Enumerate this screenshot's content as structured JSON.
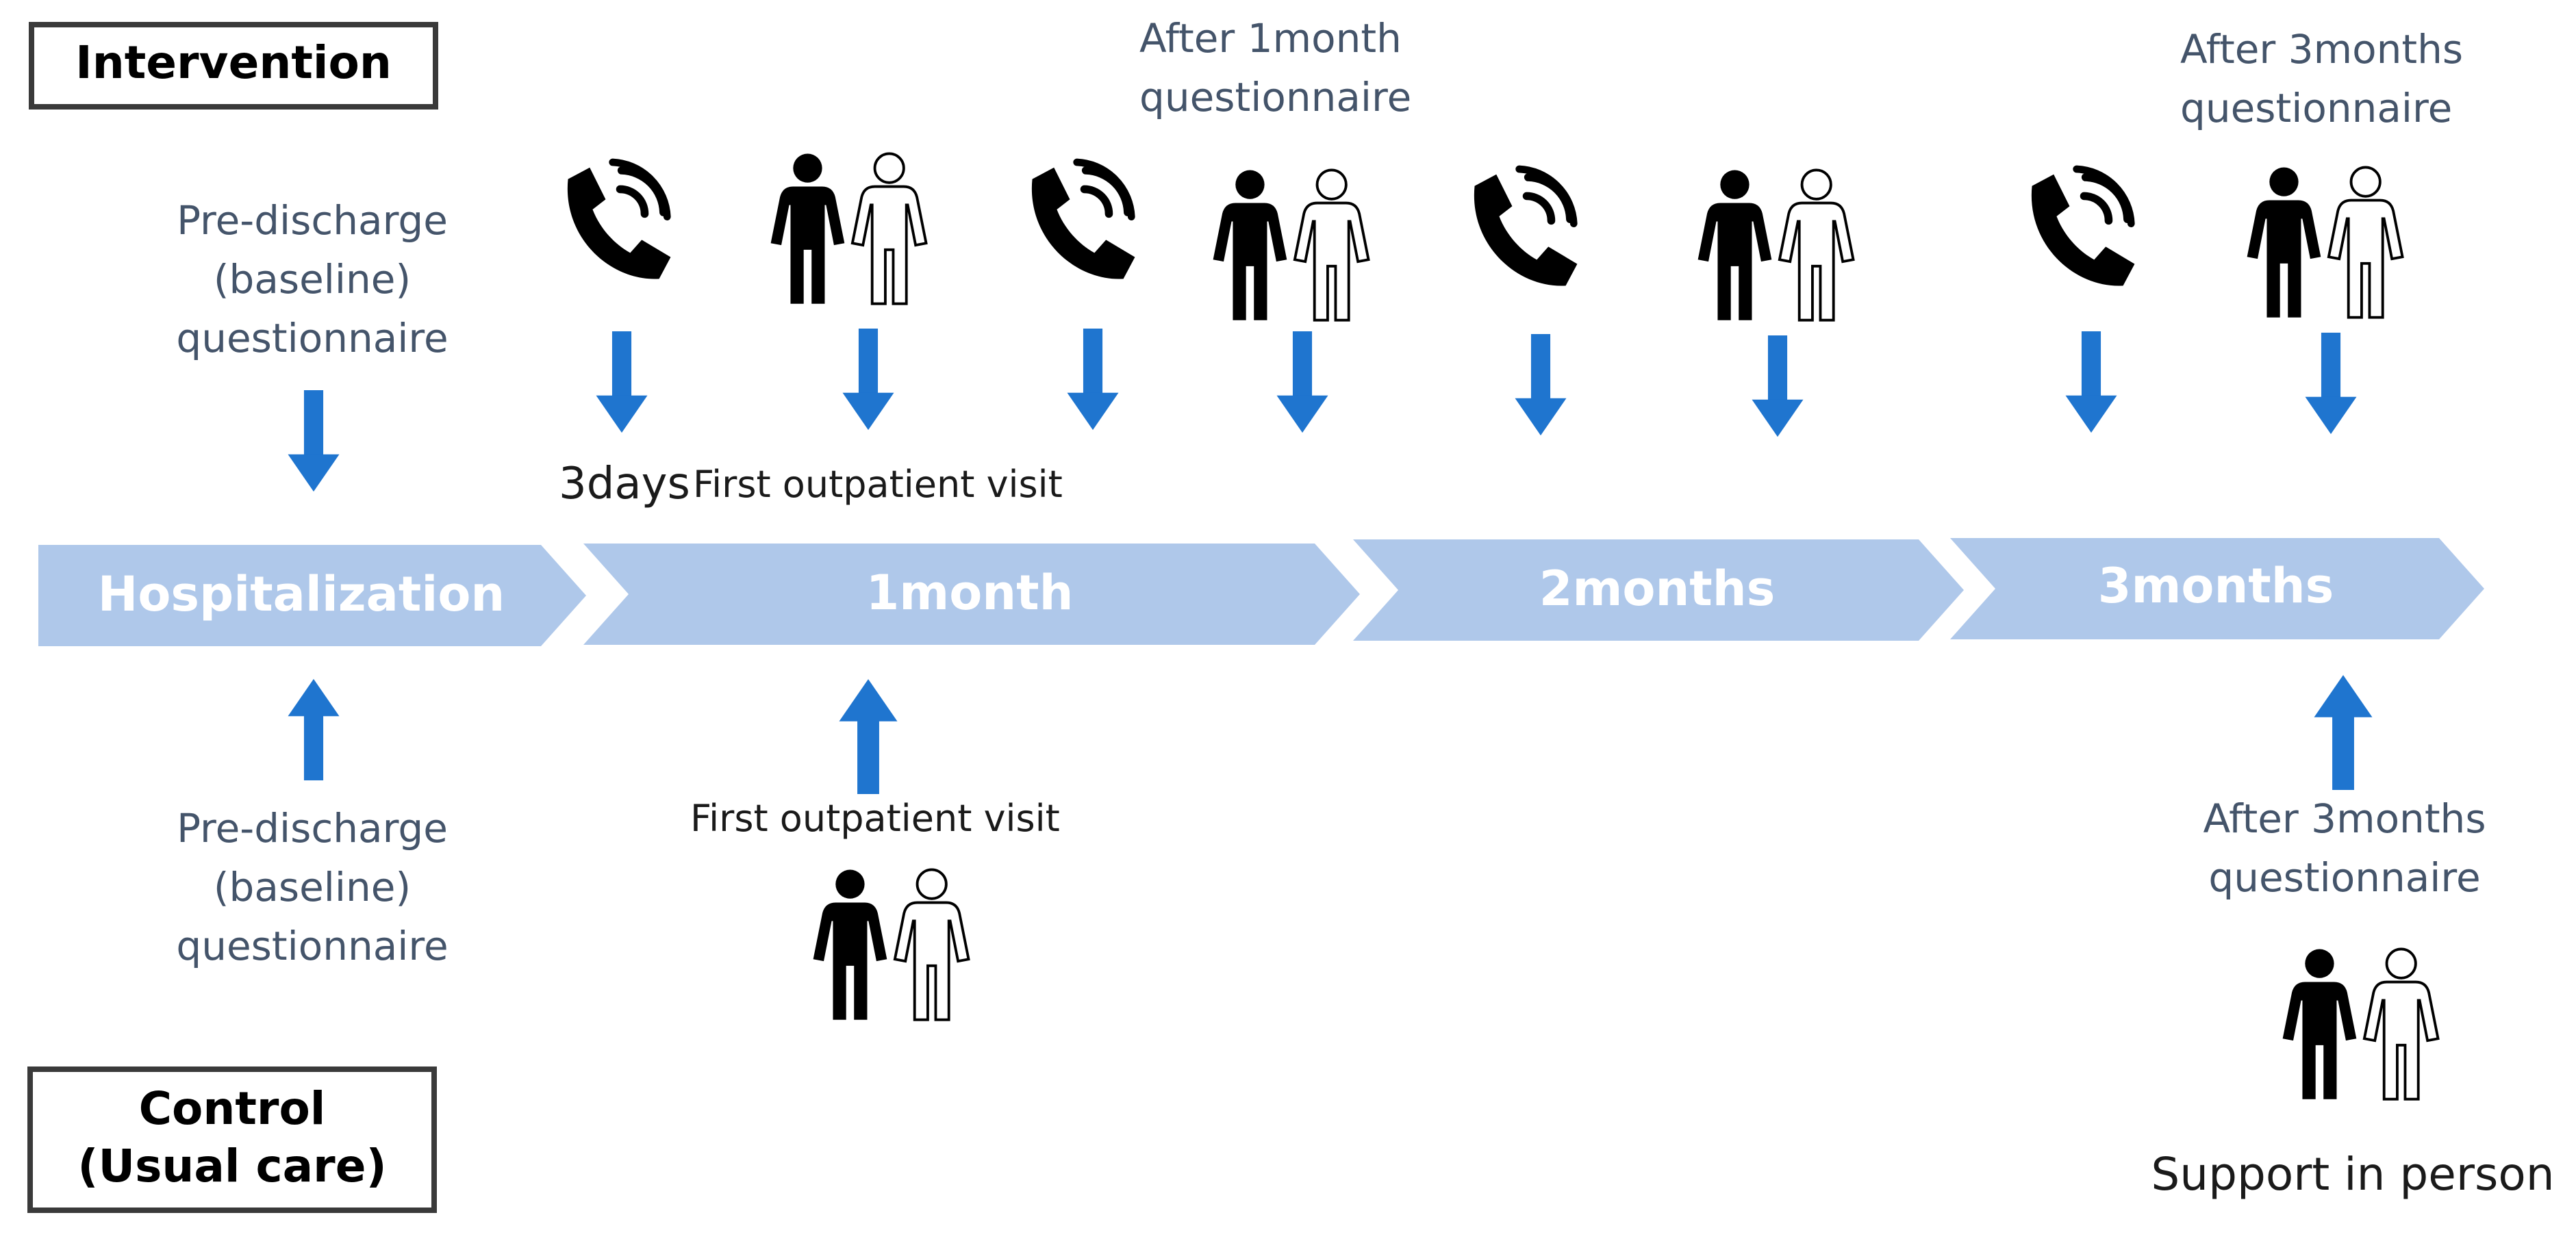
{
  "colors": {
    "phase_fill": "#afc8ea",
    "arrow": "#1f75cf",
    "label_text": "#44546a",
    "icon": "#000000"
  },
  "boxes": {
    "intervention": "Intervention",
    "control_line1": "Control",
    "control_line2": "(Usual care)"
  },
  "timeline": {
    "phases": [
      "Hospitalization",
      "1month",
      "2months",
      "3months"
    ]
  },
  "intervention_labels": {
    "baseline": [
      "Pre-discharge",
      "(baseline)",
      "questionnaire"
    ],
    "three_days": "3days",
    "first_visit": "First outpatient visit",
    "after_1month": [
      "After 1month",
      "questionnaire"
    ],
    "after_3months": [
      "After 3months",
      "questionnaire"
    ]
  },
  "control_labels": {
    "baseline": [
      "Pre-discharge",
      "(baseline)",
      "questionnaire"
    ],
    "first_visit": "First outpatient visit",
    "after_3months": [
      "After 3months",
      "questionnaire"
    ]
  },
  "support_text": "Support in person",
  "icons": {
    "phone": "phone-call-icon",
    "people": "people-pair-icon"
  }
}
